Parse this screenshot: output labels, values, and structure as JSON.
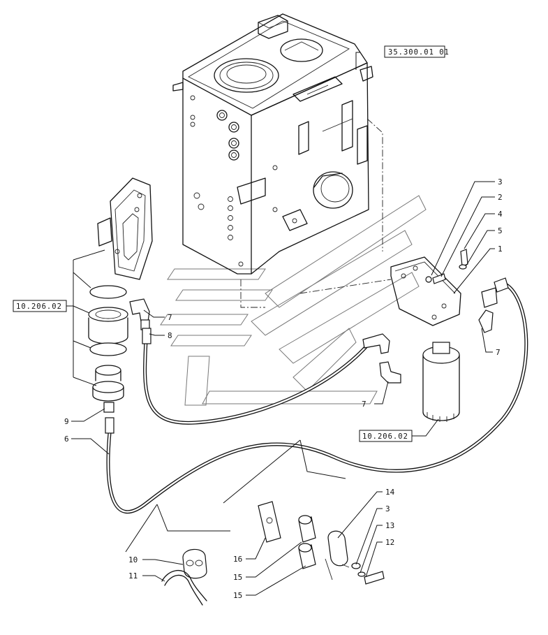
{
  "callouts": {
    "c1": "1",
    "c2": "2",
    "c3a": "3",
    "c3b": "3",
    "c4": "4",
    "c5": "5",
    "c6": "6",
    "c7a": "7",
    "c7b": "7",
    "c7c": "7",
    "c8": "8",
    "c9": "9",
    "c10": "10",
    "c11": "11",
    "c12": "12",
    "c13": "13",
    "c14": "14",
    "c15a": "15",
    "c15b": "15",
    "c16": "16"
  },
  "references": {
    "tank_ref": "35.300.01 01",
    "filter_head_ref": "10.206.02",
    "filter_ref": "10.206.02"
  }
}
